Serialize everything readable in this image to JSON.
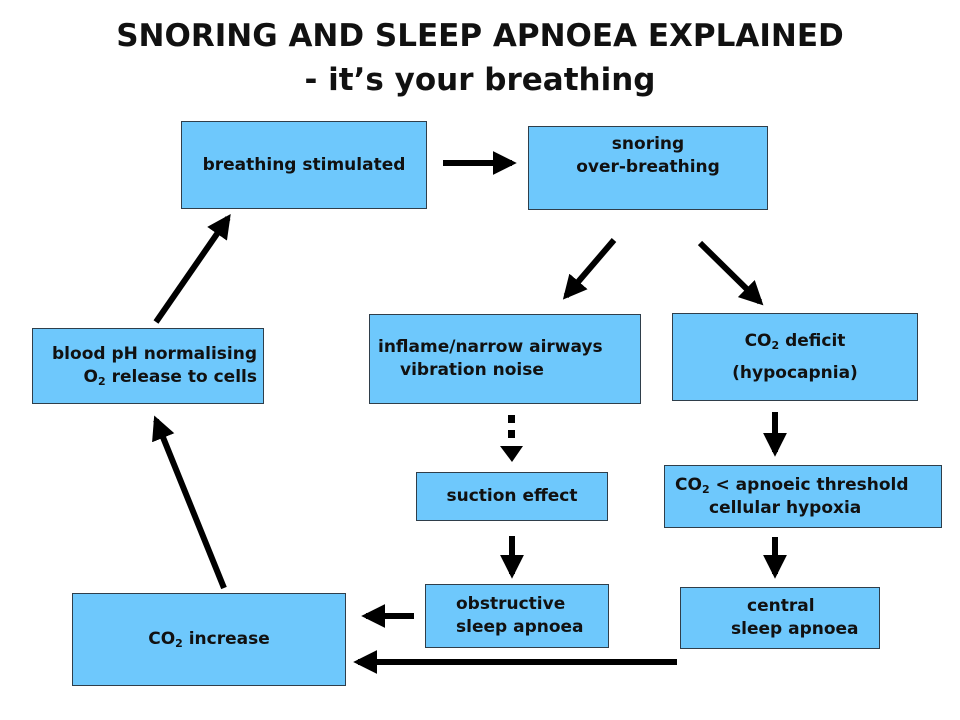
{
  "title": {
    "line1": "SNORING AND SLEEP APNOEA EXPLAINED",
    "line2": "- it’s your breathing"
  },
  "nodes": {
    "breathing_stimulated": {
      "line1": "breathing stimulated"
    },
    "snoring": {
      "line1": "snoring",
      "line2": "over-breathing"
    },
    "inflame": {
      "line1": "inflame/narrow airways",
      "line2": "vibration noise"
    },
    "co2_deficit": {
      "pre": "CO",
      "sub": "2",
      "post": " deficit",
      "line2": "(hypocapnia)"
    },
    "blood_ph": {
      "line1": "blood pH normalising",
      "pre": "O",
      "sub": "2",
      "post": " release to cells"
    },
    "suction": {
      "line1": "suction effect"
    },
    "co2_threshold": {
      "pre": "CO",
      "sub": "2",
      "post": " < apnoeic threshold",
      "line2": "cellular hypoxia"
    },
    "obstructive": {
      "line1": "obstructive",
      "line2": "sleep apnoea"
    },
    "central": {
      "line1": "central",
      "line2": "sleep apnoea"
    },
    "co2_increase": {
      "pre": "CO",
      "sub": "2",
      "post": " increase"
    }
  },
  "colors": {
    "box_fill": "#6ec8fc",
    "box_border": "#2f3e4a",
    "arrow": "#000000"
  }
}
